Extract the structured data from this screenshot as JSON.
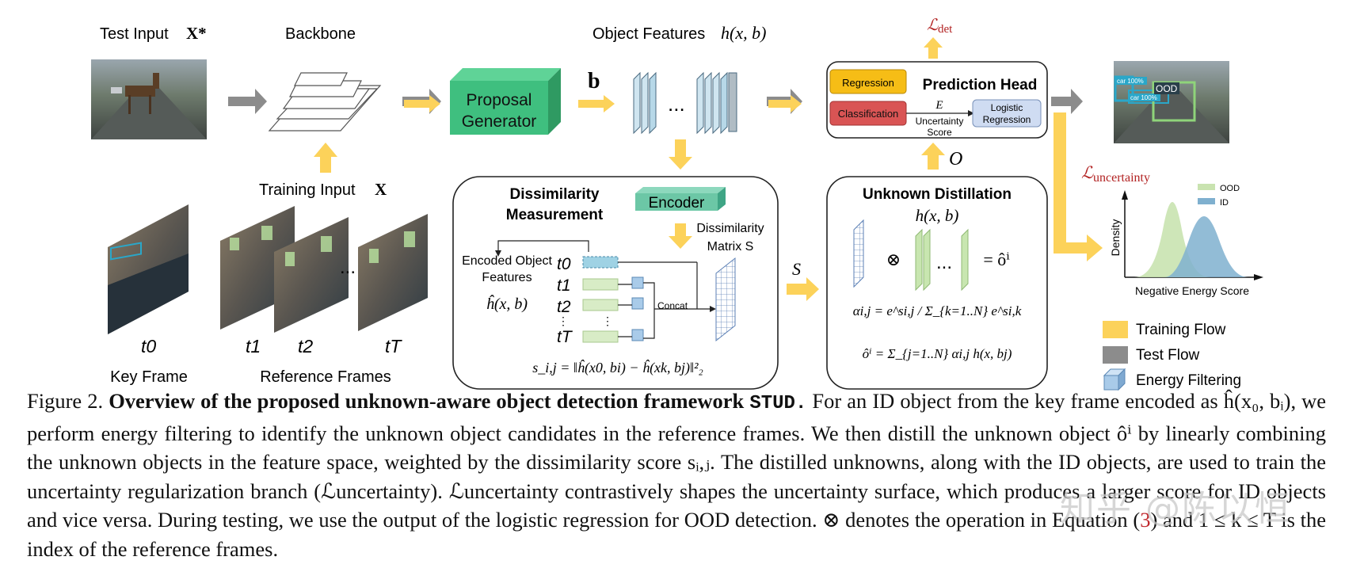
{
  "figure": {
    "labels": {
      "test_input": "Test Input",
      "test_input_sym": "X*",
      "backbone": "Backbone",
      "object_features": "Object Features",
      "object_features_sym": "h(x, b)",
      "training_input": "Training Input",
      "training_input_sym": "X",
      "key_frame": "Key Frame",
      "reference_frames": "Reference Frames",
      "b_symbol": "b",
      "ellipsis": "...",
      "s_symbol": "S",
      "o_symbol": "O",
      "loss_det": "ℒdet",
      "loss_uncertainty": "ℒuncertainty"
    },
    "frames": {
      "t0": "t0",
      "t1": "t1",
      "t2": "t2",
      "tT": "tT"
    },
    "proposal_generator": {
      "line1": "Proposal",
      "line2": "Generator"
    },
    "prediction_head": {
      "title": "Prediction Head",
      "regression": "Regression",
      "classification": "Classification",
      "energy": "E",
      "uncertainty_line1": "Uncertainty",
      "uncertainty_line2": "Score",
      "logistic_line1": "Logistic",
      "logistic_line2": "Regression"
    },
    "output_image": {
      "car1": "car 100%",
      "car2": "car 100%",
      "ood": "OOD"
    },
    "dissimilarity": {
      "title_line1": "Dissimilarity",
      "title_line2": "Measurement",
      "encoder": "Encoder",
      "matrix_line1": "Dissimilarity",
      "matrix_line2": "Matrix S",
      "encoded_line1": "Encoded Object",
      "encoded_line2": "Features",
      "encoded_sym": "ĥ(x, b)",
      "concat": "Concat",
      "formula": "s_i,j = ‖ĥ(x0, bi) − ĥ(xk, bj)‖²₂"
    },
    "distillation": {
      "title": "Unknown Distillation",
      "feature_sym": "h(x, b)",
      "otimes": "⊗",
      "result": "= ôⁱ",
      "alpha_formula": "αi,j = e^si,j / Σ_{k=1..N} e^si,k",
      "o_formula": "ôⁱ = Σ_{j=1..N} αi,j h(x, bj)"
    },
    "density_chart": {
      "ylabel": "Density",
      "xlabel": "Negative Energy Score",
      "legend_ood": "OOD",
      "legend_id": "ID"
    },
    "legend": {
      "training_flow": "Training Flow",
      "test_flow": "Test Flow",
      "energy_filtering": "Energy Filtering"
    },
    "colors": {
      "training_flow": "#fcd25a",
      "test_flow": "#8c8c8c",
      "proposal_green": "#3fbf7f",
      "encoder_teal": "#6cc7a6",
      "regression_yellow": "#f6bd16",
      "classification_red": "#d95454",
      "logistic_blue": "#cfdcf2",
      "ood_green": "#c9e3b0",
      "id_blue": "#7fb0cf",
      "loss_red": "#b22222"
    }
  },
  "caption": {
    "prefix": "Figure 2.",
    "bold_title": "Overview of the proposed unknown-aware object detection framework",
    "method": "STUD.",
    "body_1": "For an ID object from the key frame encoded as ĥ(x₀, bᵢ), we perform energy filtering to identify the unknown object candidates in the reference frames. We then distill the unknown object ôⁱ by linearly combining the unknown objects in the feature space, weighted by the dissimilarity score sᵢ,ⱼ. The distilled unknowns, along with the ID objects, are used to train the uncertainty regularization branch (ℒuncertainty). ℒuncertainty contrastively shapes the uncertainty surface, which produces a larger score for ID objects and vice versa. During testing, we use the output of the logistic regression for OOD detection. ⊗ denotes the operation in Equation (",
    "eq_ref": "3",
    "body_2": ") and 1 ≤ k ≤ T is the index of the reference frames."
  },
  "watermark": "知乎 @陈以恒"
}
